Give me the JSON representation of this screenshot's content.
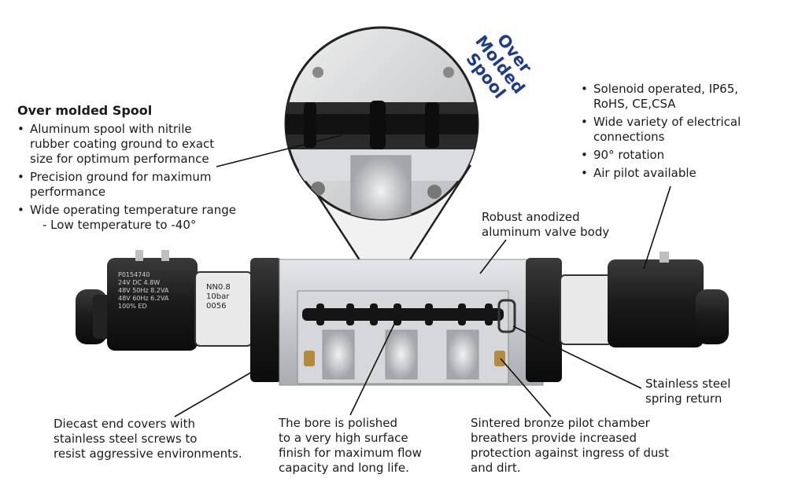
{
  "callout": {
    "over_molded_spool": [
      "Over Molded",
      "Spool"
    ]
  },
  "left_block": {
    "title": "Over molded Spool",
    "bullets": [
      [
        "Aluminum spool with nitrile",
        "rubber coating ground to exact",
        "size for optimum performance"
      ],
      [
        "Precision ground for maximum",
        "performance"
      ],
      [
        "Wide operating temperature range"
      ]
    ],
    "sub_bullet": "- Low temperature to -40°"
  },
  "right_block": {
    "bullets": [
      [
        "Solenoid operated, IP65,",
        "RoHS, CE,CSA"
      ],
      [
        "Wide variety of electrical",
        "connections"
      ],
      [
        "90° rotation"
      ],
      [
        "Air pilot available"
      ]
    ]
  },
  "labels": {
    "body": [
      "Robust anodized",
      "aluminum valve body"
    ],
    "spring": [
      "Stainless steel",
      "spring return"
    ],
    "endcovers": [
      "Diecast end covers with",
      "stainless steel screws to",
      "resist aggressive environments."
    ],
    "bore": [
      "The bore is polished",
      "to a very high surface",
      "finish for maximum flow",
      "capacity and long life."
    ],
    "breathers": [
      "Sintered bronze pilot chamber",
      "breathers provide increased",
      "protection against ingress of dust",
      "and dirt."
    ]
  },
  "coil_left": [
    "P0154740",
    "24V DC 4.8W",
    "48V 50Hz 8.2VA",
    "48V 60Hz 6.2VA",
    "100% ED"
  ],
  "coil_right": [
    "NN0.8",
    "10bar",
    "0056"
  ],
  "colors": {
    "callout_blue": "#1f3c88",
    "body_gray": "#c9ccd0",
    "coil_black": "#1c1c1c",
    "bronze": "#b48a3c"
  }
}
